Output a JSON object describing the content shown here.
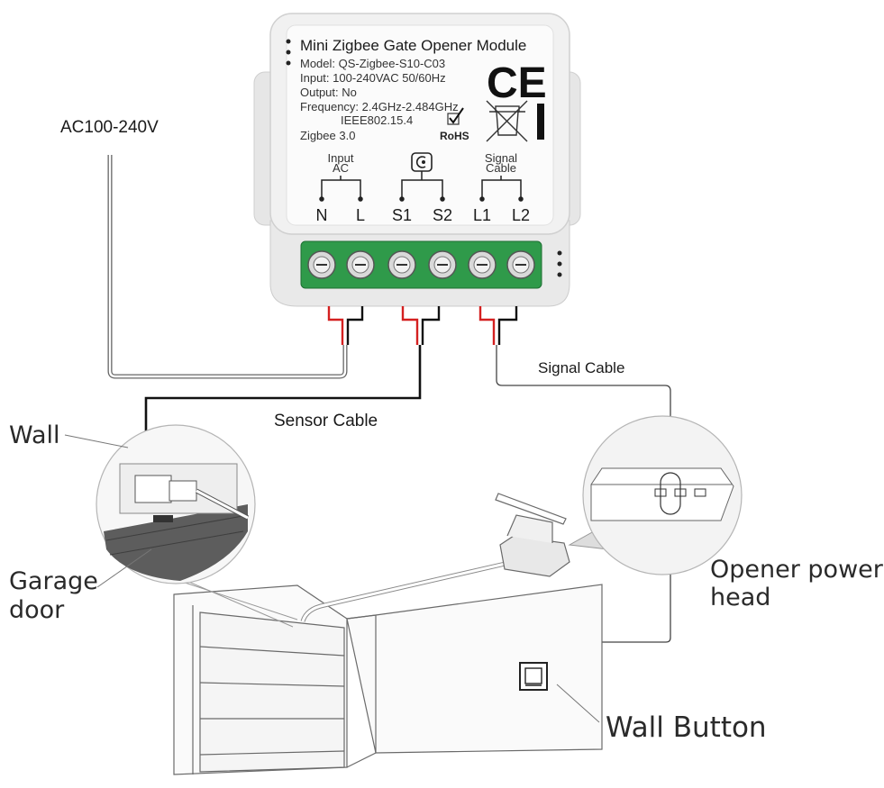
{
  "module": {
    "title": "Mini Zigbee Gate Opener Module",
    "specs": [
      "Model: QS-Zigbee-S10-C03",
      "Input: 100-240VAC 50/60Hz",
      "Output: No",
      "Frequency: 2.4GHz-2.484GHz",
      "IEEE802.15.4",
      "Zigbee 3.0"
    ],
    "ce_mark": "CE",
    "rohs": "RoHS",
    "groups": {
      "input_ac": [
        "Input",
        "AC"
      ],
      "signal_cable": [
        "Signal",
        "Cable"
      ]
    },
    "terminals": [
      "N",
      "L",
      "S1",
      "S2",
      "L1",
      "L2"
    ]
  },
  "labels": {
    "ac_input": "AC100-240V",
    "signal_cable": "Signal Cable",
    "sensor_cable": "Sensor Cable",
    "wall": "Wall",
    "garage_door": [
      "Garage",
      "door"
    ],
    "opener_power_head": [
      "Opener power",
      "head"
    ],
    "wall_button": "Wall Button"
  },
  "colors": {
    "terminal_block": "#2f9a4a",
    "module_body": "#f1f1f1",
    "wire_red": "#d42020",
    "wire_black": "#111111"
  },
  "icons": [
    "ce-mark-icon",
    "rohs-check-icon",
    "weee-bin-icon",
    "sensor-icon"
  ]
}
